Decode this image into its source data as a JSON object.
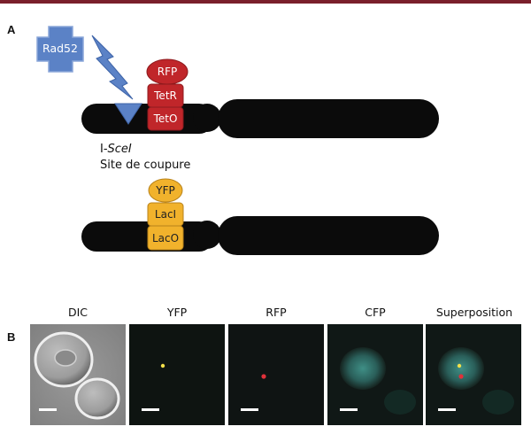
{
  "panels": {
    "a_letter": "A",
    "b_letter": "B"
  },
  "diagram": {
    "rad52": "Rad52",
    "rfp_marker": "RFP",
    "tetr": "TetR",
    "teto": "TetO",
    "cut_site_prefix": "I-",
    "cut_site_enzyme": "SceI",
    "cut_site_label": "Site de coupure",
    "yfp_marker": "YFP",
    "laci": "LacI",
    "laco": "LacO"
  },
  "microscopy": {
    "labels": [
      "DIC",
      "YFP",
      "RFP",
      "CFP",
      "Superposition"
    ]
  },
  "colors": {
    "top_rule": "#7a1f2b",
    "chromosome": "#0b0b0b",
    "rad52_fill": "#5b82c6",
    "red_protein": "#c0262a",
    "orange_protein": "#f1b22c"
  }
}
